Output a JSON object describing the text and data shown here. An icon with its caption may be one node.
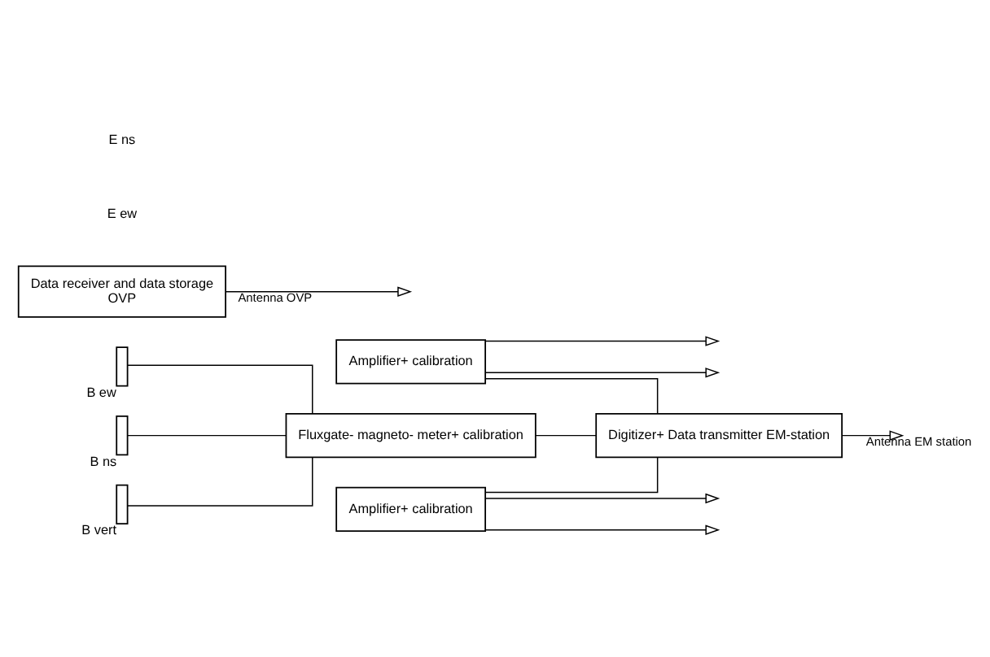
{
  "diagram": {
    "nodes": [
      {
        "text": [
          "Amplifier+ calibration"
        ]
      },
      {
        "text": [
          "Amplifier+ calibration"
        ]
      },
      {
        "text": [
          "Fluxgate- magneto- meter+ calibration"
        ]
      },
      {
        "text": [
          "Digitizer+ Data transmitter EM-station"
        ]
      },
      {
        "text": [
          "Data receiver and data storage",
          "OVP"
        ]
      },
      {
        "text": [],
        "shape": "bar",
        "beside": [
          "B ew"
        ]
      },
      {
        "text": [],
        "shape": "bar",
        "beside": [
          "B ns"
        ]
      },
      {
        "text": [],
        "shape": "bar",
        "beside": [
          "B vert"
        ]
      }
    ],
    "edges": [
      {
        "from": 0,
        "to": null,
        "arrow": "to"
      },
      {
        "from": 0,
        "to": null,
        "arrow": "to"
      },
      {
        "from": 1,
        "to": null,
        "arrow": "to"
      },
      {
        "from": 1,
        "to": null,
        "arrow": "to"
      },
      {
        "from": 5,
        "to": 2,
        "arrow": "none"
      },
      {
        "from": 6,
        "to": 2,
        "arrow": "none"
      },
      {
        "from": 7,
        "to": 2,
        "arrow": "none"
      },
      {
        "from": 0,
        "to": 3,
        "arrow": "none"
      },
      {
        "from": 1,
        "to": 3,
        "arrow": "none"
      },
      {
        "from": 2,
        "to": 3,
        "arrow": "none"
      },
      {
        "from": 3,
        "to": null,
        "arrow": "to",
        "label": "Antenna EM station"
      },
      {
        "from": 4,
        "to": null,
        "arrow": "to",
        "label": "Antenna OVP"
      }
    ],
    "labels": [
      "E ew",
      "E ns"
    ]
  }
}
